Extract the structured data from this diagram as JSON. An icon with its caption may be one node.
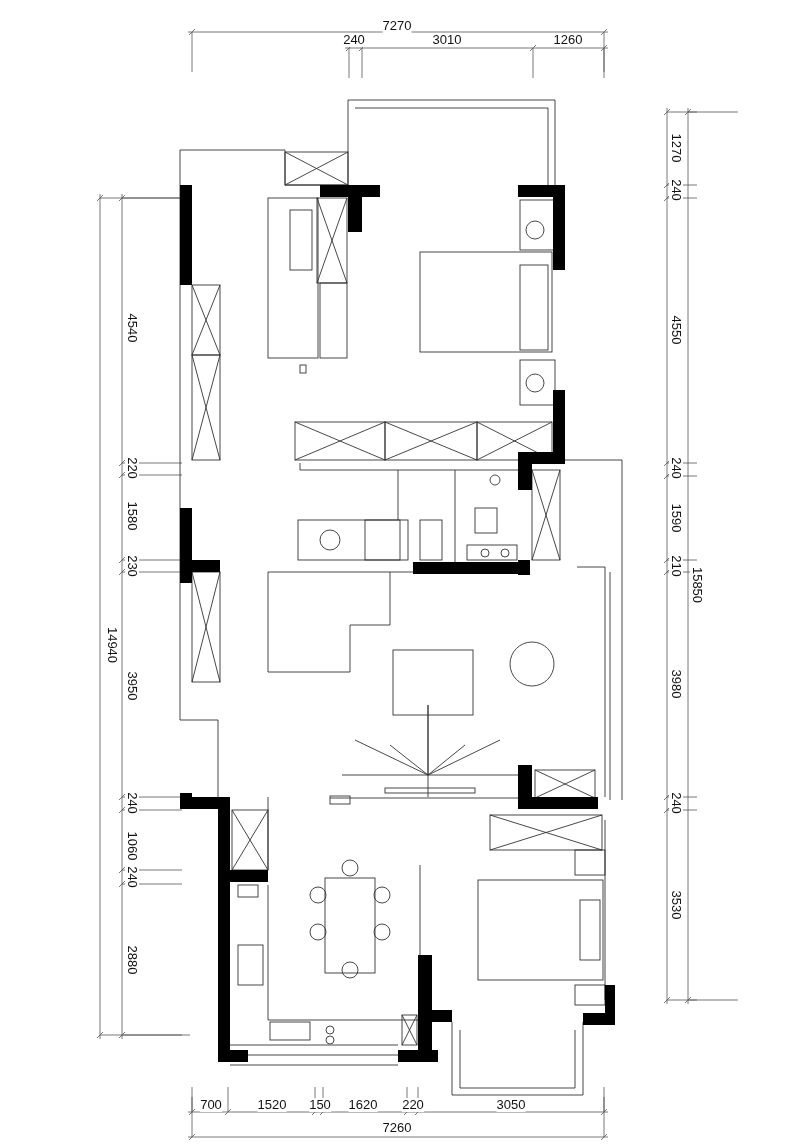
{
  "diagram": {
    "labels": [
      "7270",
      "240",
      "3010",
      "1260",
      "4540",
      "220",
      "1580",
      "230",
      "14940",
      "3950",
      "240",
      "1060",
      "240",
      "2880",
      "1270",
      "240",
      "4550",
      "240",
      "1590",
      "210",
      "15850",
      "3980",
      "240",
      "3530",
      "700",
      "1520",
      "150",
      "1620",
      "220",
      "3050",
      "7260"
    ]
  }
}
